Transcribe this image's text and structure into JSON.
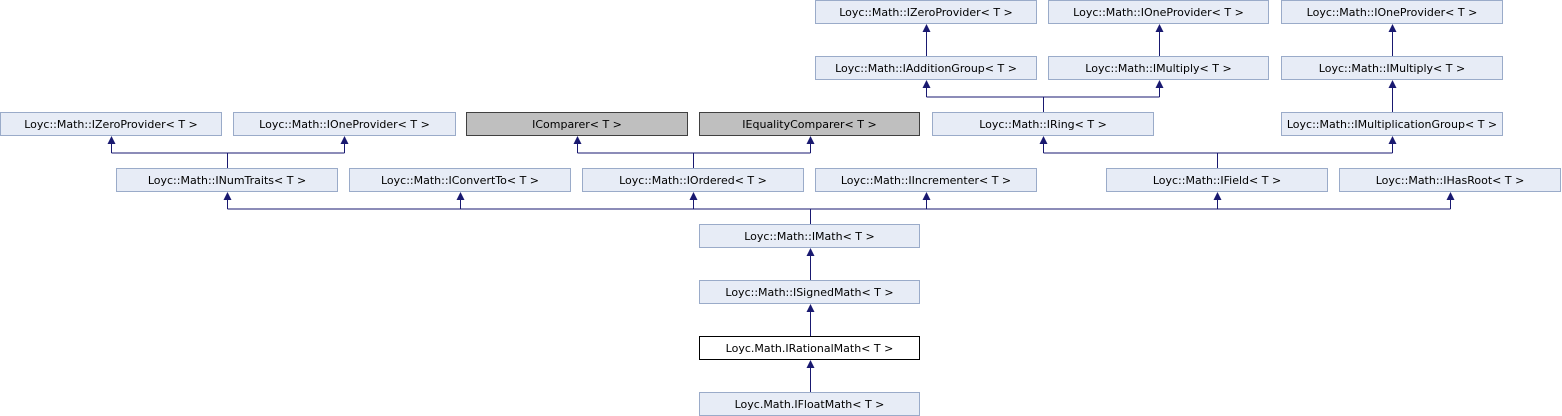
{
  "colors": {
    "edge": "#191970",
    "node_fill": "#e7ecf6",
    "node_border": "#9aabc9",
    "external_fill": "#bfbfbf",
    "current_border": "#000000"
  },
  "nodes": {
    "zero_top": "Loyc::Math::IZeroProvider< T >",
    "one_top1": "Loyc::Math::IOneProvider< T >",
    "one_top2": "Loyc::Math::IOneProvider< T >",
    "addition_group": "Loyc::Math::IAdditionGroup< T >",
    "multiply1": "Loyc::Math::IMultiply< T >",
    "multiply2": "Loyc::Math::IMultiply< T >",
    "zero_left": "Loyc::Math::IZeroProvider< T >",
    "one_left": "Loyc::Math::IOneProvider< T >",
    "icomparer": "IComparer< T >",
    "iequality_comparer": "IEqualityComparer< T >",
    "iring": "Loyc::Math::IRing< T >",
    "multiplication_group": "Loyc::Math::IMultiplicationGroup< T >",
    "num_traits": "Loyc::Math::INumTraits< T >",
    "convert_to": "Loyc::Math::IConvertTo< T >",
    "ordered": "Loyc::Math::IOrdered< T >",
    "incrementer": "Loyc::Math::IIncrementer< T >",
    "ifield": "Loyc::Math::IField< T >",
    "has_root": "Loyc::Math::IHasRoot< T >",
    "imath": "Loyc::Math::IMath< T >",
    "signed_math": "Loyc::Math::ISignedMath< T >",
    "rational_math": "Loyc.Math.IRationalMath< T >",
    "float_math": "Loyc.Math.IFloatMath< T >"
  }
}
